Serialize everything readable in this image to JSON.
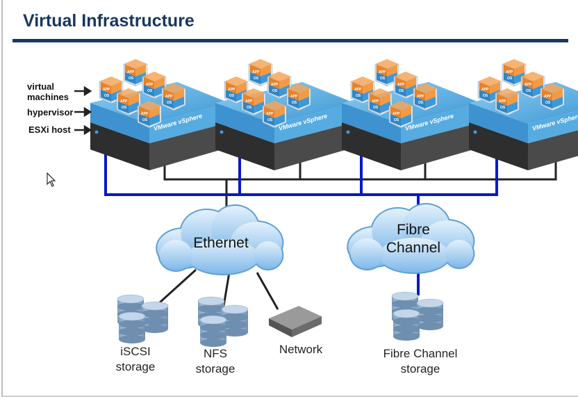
{
  "slide": {
    "title": "Virtual Infrastructure"
  },
  "legend": {
    "vms": "virtual\nmachines",
    "hypervisor": "hypervisor",
    "host": "ESXi host"
  },
  "host_labels": {
    "app": "APP",
    "os": "OS",
    "hypervisor": "VMware vSphere"
  },
  "hosts": [
    {
      "vm_count": 6
    },
    {
      "vm_count": 6
    },
    {
      "vm_count": 6
    },
    {
      "vm_count": 5
    }
  ],
  "networks": {
    "ethernet": "Ethernet",
    "fibre": "Fibre\nChannel"
  },
  "devices": {
    "iscsi": "iSCSI\nstorage",
    "nfs": "NFS\nstorage",
    "network": "Network",
    "fc": "Fibre Channel\nstorage"
  },
  "colors": {
    "title": "#17375e",
    "storage_link": "#0a18c8",
    "network_link": "#222222",
    "vm": "#e8822a",
    "hypervisor": "#4aa3dc",
    "cloud": "#a9d2f3"
  },
  "icons": {
    "cursor": "mouse-pointer-icon"
  }
}
